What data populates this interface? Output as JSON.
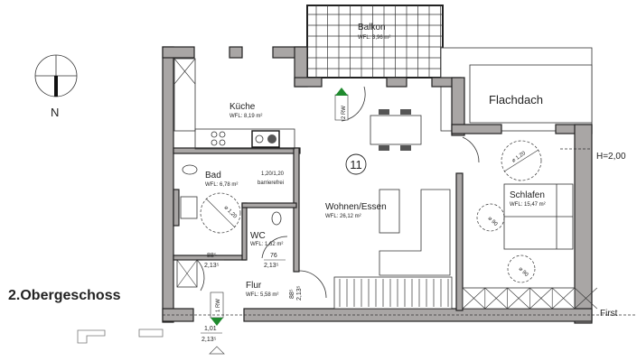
{
  "plan": {
    "floor_title": "2.Obergeschoss",
    "compass_label": "N",
    "unit_number": "11",
    "height_note": "H=2,00",
    "ridge_label": "First",
    "rooms": {
      "balkon": {
        "name": "Balkon",
        "area": "WFL: 3,96 m²"
      },
      "kueche": {
        "name": "Küche",
        "area": "WFL: 8,19 m²"
      },
      "flachdach": {
        "name": "Flachdach"
      },
      "bad": {
        "name": "Bad",
        "area": "WFL: 6,78 m²",
        "note1": "1,20/1,20",
        "note2": "barrierefrei"
      },
      "wohnen": {
        "name": "Wohnen/Essen",
        "area": "WFL: 26,12 m²"
      },
      "schlafen": {
        "name": "Schlafen",
        "area": "WFL: 15,47 m²"
      },
      "wc": {
        "name": "WC",
        "area": "WFL: 1,62 m²"
      },
      "flur": {
        "name": "Flur",
        "area": "WFL: 5,58 m²"
      }
    },
    "doors": {
      "bad_width": "88⁵",
      "bad_height": "2,13⁵",
      "wc_width": "76",
      "wc_height": "2,13⁵",
      "wohnen_width": "88⁵",
      "wohnen_height": "2,13⁵",
      "entry_width": "1,01",
      "entry_height": "2,13⁵"
    },
    "escape_routes": {
      "first": "1 RW",
      "second": "2 RW"
    },
    "turning_circles": {
      "large": "⌀ 1,20",
      "small": "⌀ 90"
    },
    "colors": {
      "wall": "#a9a6a5",
      "line": "#222222",
      "escape_arrow": "#1f8a2e"
    }
  }
}
